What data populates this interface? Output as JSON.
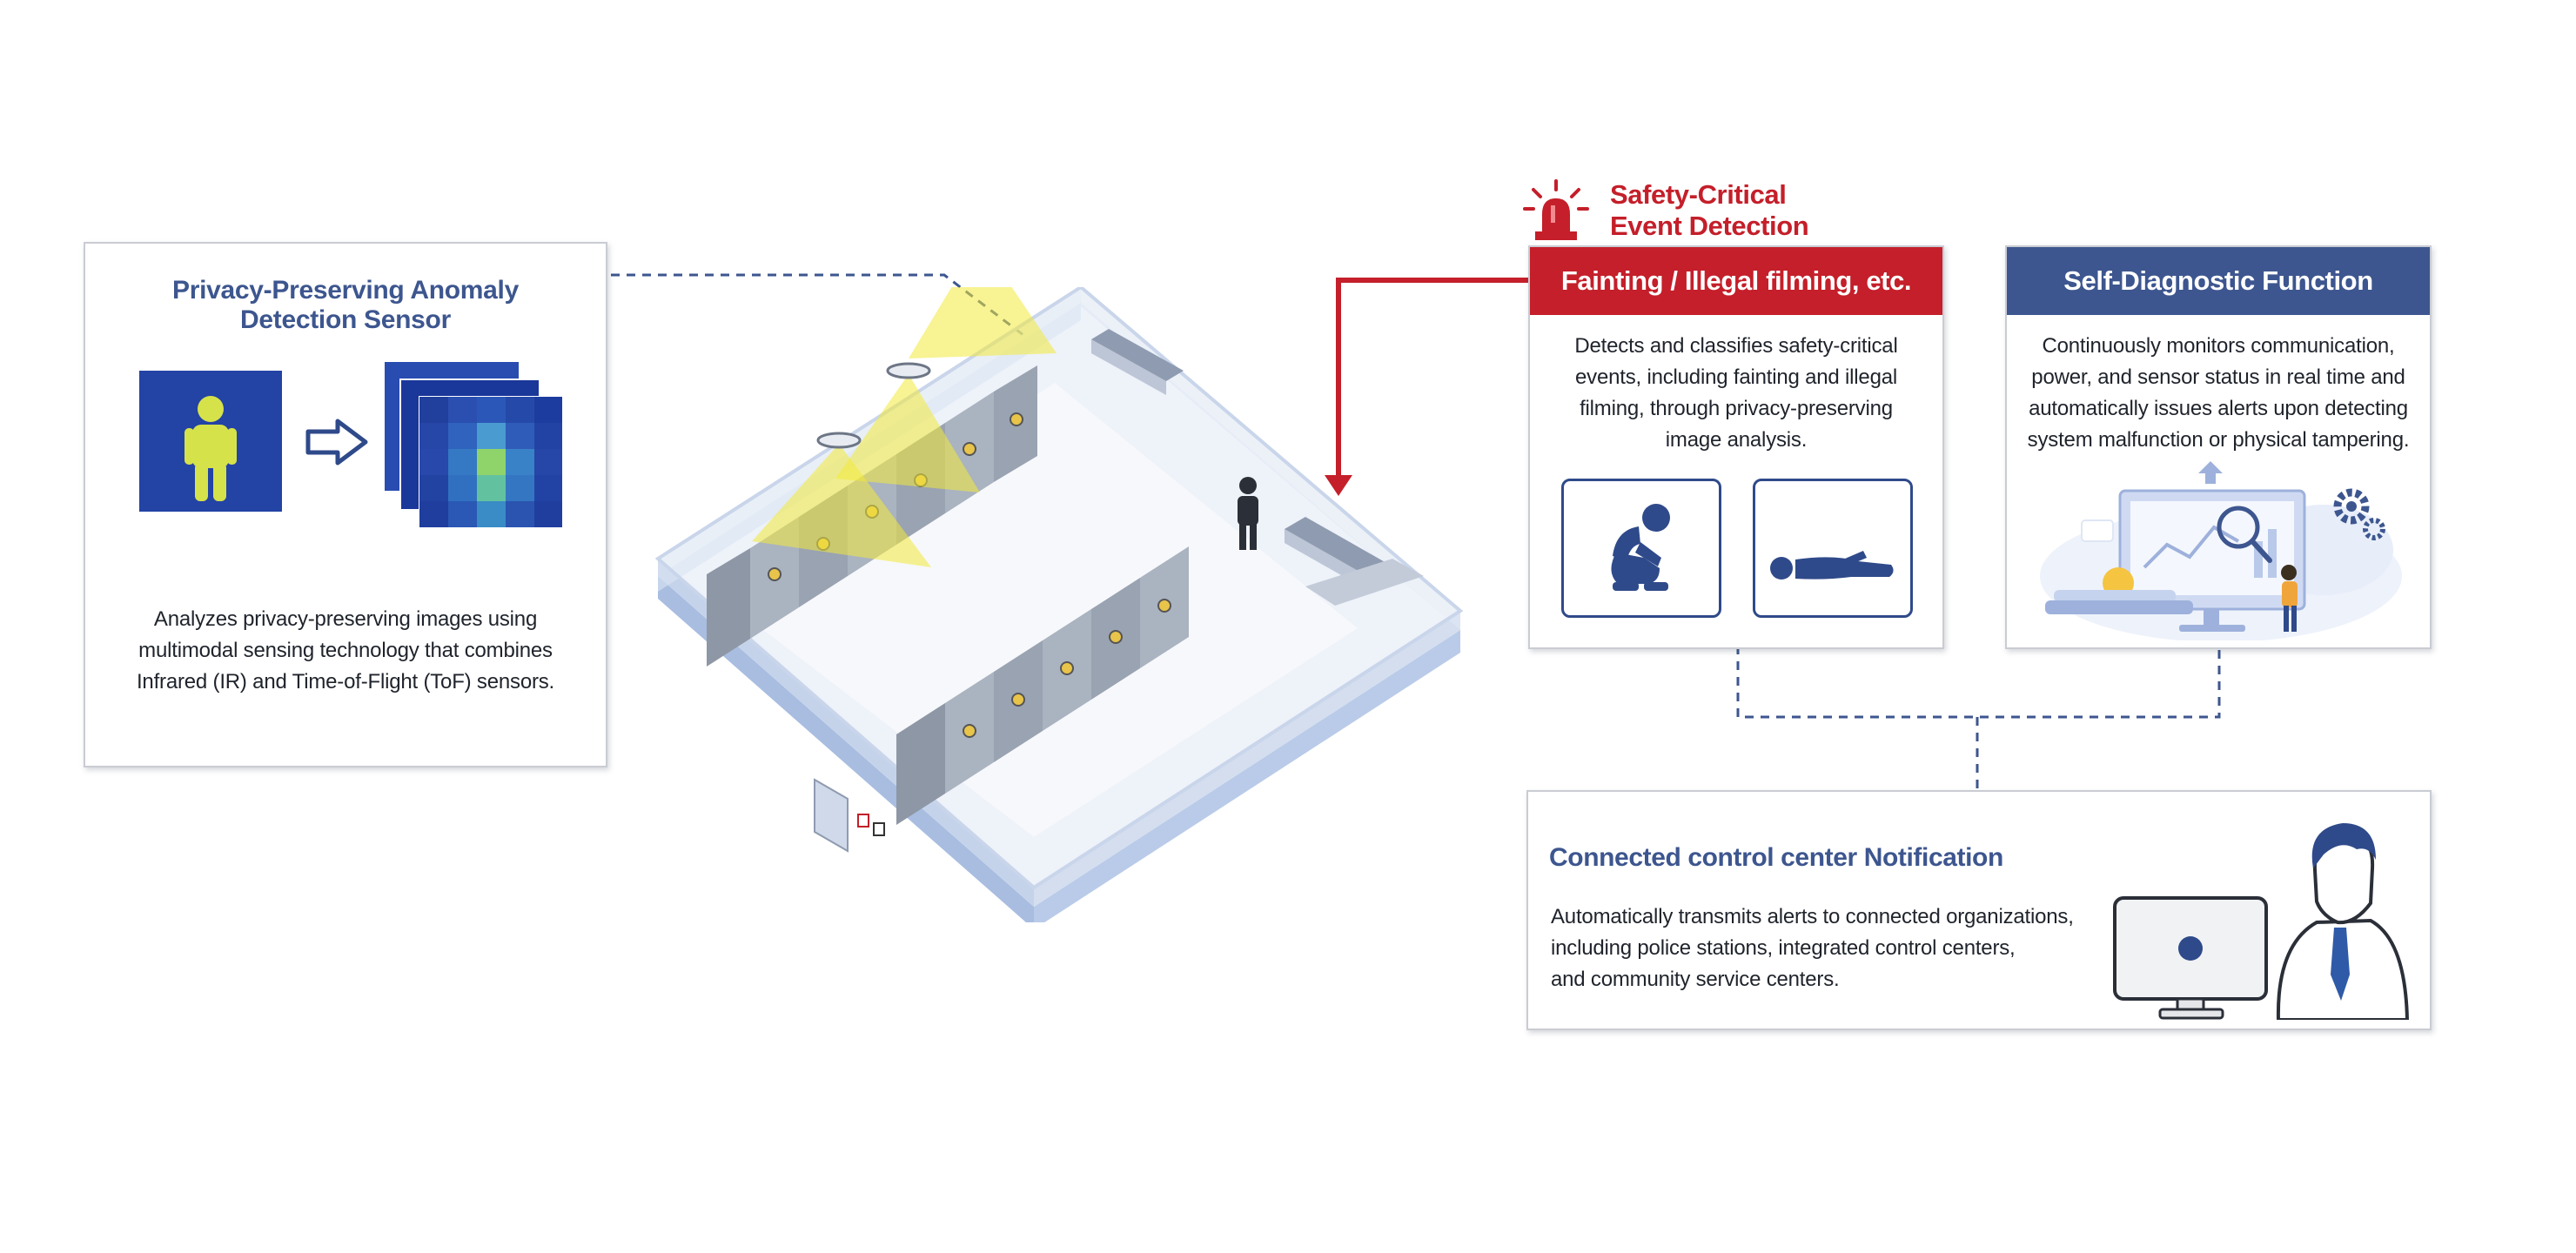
{
  "sensor_panel": {
    "title_line1": "Privacy-Preserving Anomaly",
    "title_line2": "Detection Sensor",
    "desc_line1": "Analyzes privacy-preserving images using",
    "desc_line2": "multimodal sensing technology that combines",
    "desc_line3": "Infrared (IR) and Time-of-Flight (ToF) sensors.",
    "person_icon": "person-icon",
    "arrow_icon": "right-arrow-icon",
    "heatmap_icon": "thermal-heatmap-icon"
  },
  "alert": {
    "label_line1": "Safety-Critical",
    "label_line2": "Event Detection",
    "icon": "siren-icon"
  },
  "event_panel": {
    "header": "Fainting / Illegal filming, etc.",
    "desc_line1": "Detects and classifies safety-critical",
    "desc_line2": "events, including fainting and illegal",
    "desc_line3": "filming, through privacy-preserving",
    "desc_line4": "image analysis.",
    "icons": [
      "crouching-person-icon",
      "lying-person-icon"
    ]
  },
  "diag_panel": {
    "header": "Self-Diagnostic Function",
    "desc_line1": "Continuously monitors communication,",
    "desc_line2": "power, and sensor status in real time and",
    "desc_line3": "automatically issues alerts upon detecting",
    "desc_line4": "system malfunction or physical tampering.",
    "icon": "system-monitoring-illustration"
  },
  "notify_panel": {
    "title": "Connected control center Notification",
    "desc_line1": "Automatically transmits alerts to connected organizations,",
    "desc_line2": "including police stations, integrated control centers,",
    "desc_line3": "and community service centers.",
    "icon": "operator-at-monitor-illustration"
  },
  "colors": {
    "accent_red": "#c41f2a",
    "accent_blue": "#3d568f",
    "sensor_light": "#f2ea3a",
    "heatmap_base": "#1f3fa0"
  }
}
